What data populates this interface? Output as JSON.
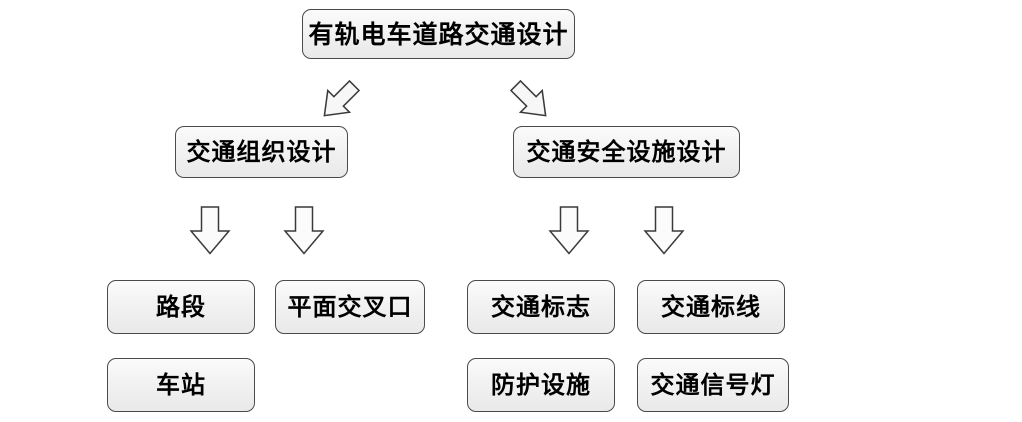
{
  "diagram": {
    "title_node": {
      "label": "有轨电车道路交通设计"
    },
    "level2": [
      {
        "label": "交通组织设计"
      },
      {
        "label": "交通安全设施设计"
      }
    ],
    "level3_left": [
      {
        "label": "路段"
      },
      {
        "label": "平面交叉口"
      },
      {
        "label": "车站"
      }
    ],
    "level3_right": [
      {
        "label": "交通标志"
      },
      {
        "label": "交通标线"
      },
      {
        "label": "防护设施"
      },
      {
        "label": "交通信号灯"
      }
    ],
    "arrows": [
      {
        "name": "arrow-down-left-to-traffic-organization",
        "direction": "down-left"
      },
      {
        "name": "arrow-down-right-to-safety-facilities",
        "direction": "down-right"
      },
      {
        "name": "arrow-down-to-road-section",
        "direction": "down"
      },
      {
        "name": "arrow-down-to-intersection",
        "direction": "down"
      },
      {
        "name": "arrow-down-to-traffic-sign",
        "direction": "down"
      },
      {
        "name": "arrow-down-to-traffic-marking",
        "direction": "down"
      }
    ],
    "colors": {
      "background": "#ffffff",
      "box_border": "#4a4a4a",
      "box_fill_top": "#fbfbfb",
      "box_fill_bottom": "#e9e9e9",
      "text": "#000000",
      "arrow_stroke": "#3a3a3a",
      "arrow_fill": "#f7f7f7"
    }
  }
}
